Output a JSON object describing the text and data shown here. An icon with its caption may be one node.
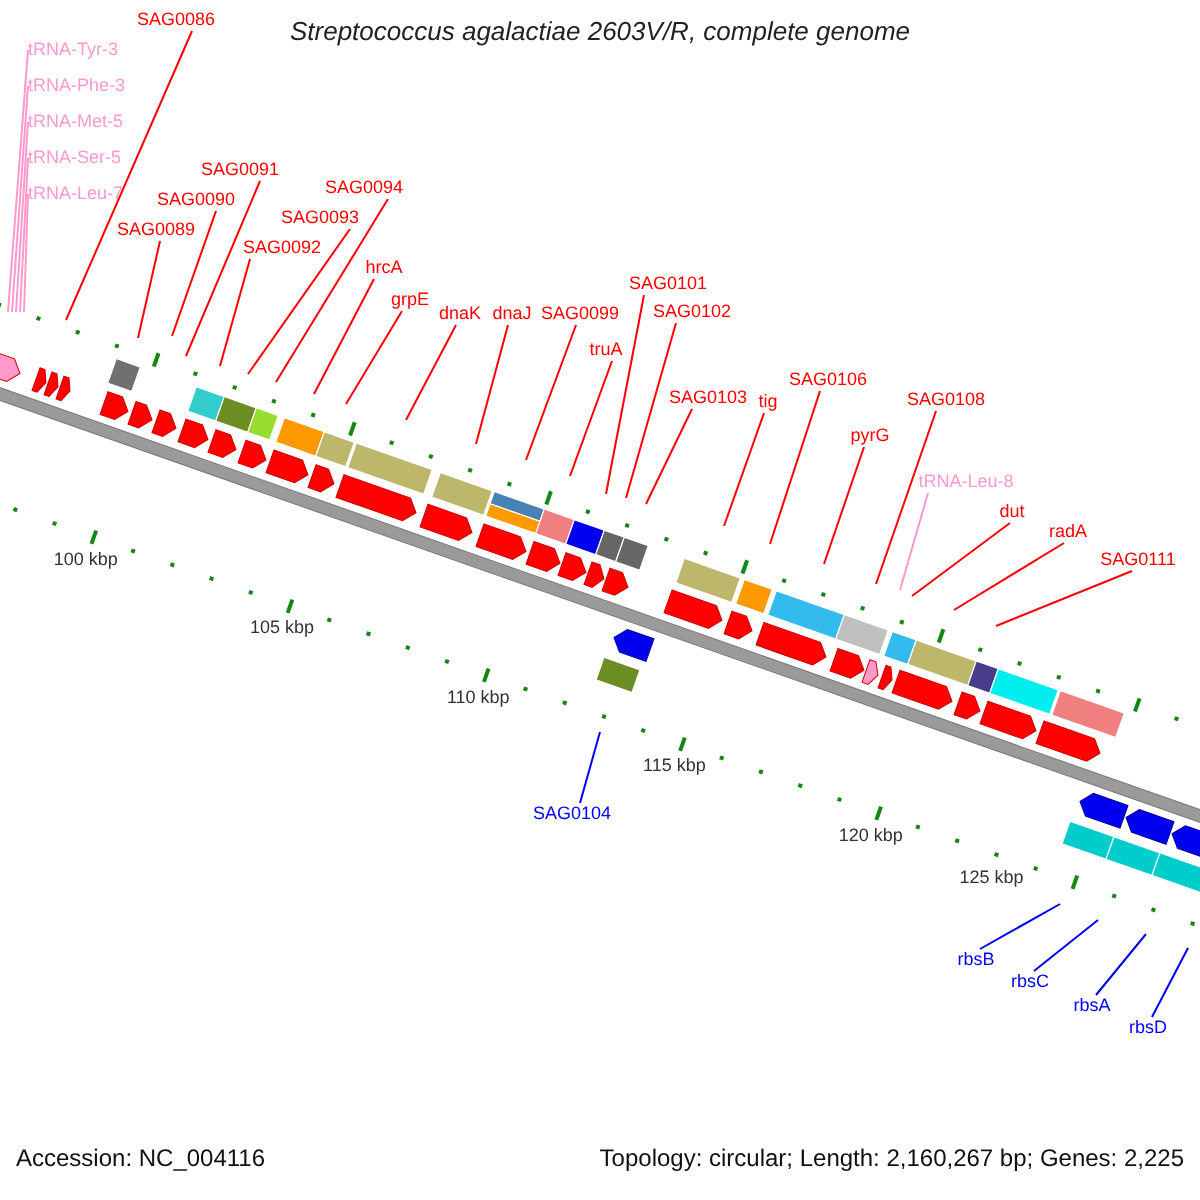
{
  "diagram": {
    "title": "Streptococcus agalactiae 2603V/R, complete genome",
    "nodes": [
      {
        "text": [
          "SAG0086"
        ]
      },
      {
        "text": [
          "tRNA-Tyr-3"
        ]
      },
      {
        "text": [
          "tRNA-Phe-3"
        ]
      },
      {
        "text": [
          "tRNA-Met-5"
        ]
      },
      {
        "text": [
          "tRNA-Ser-5"
        ]
      },
      {
        "text": [
          "tRNA-Leu-7"
        ]
      },
      {
        "text": [
          "SAG0091"
        ]
      },
      {
        "text": [
          "SAG0090"
        ]
      },
      {
        "text": [
          "SAG0089"
        ]
      },
      {
        "text": [
          "SAG0094"
        ]
      },
      {
        "text": [
          "SAG0093"
        ]
      },
      {
        "text": [
          "SAG0092"
        ]
      },
      {
        "text": [
          "hrcA"
        ]
      },
      {
        "text": [
          "grpE"
        ]
      },
      {
        "text": [
          "dnaK"
        ]
      },
      {
        "text": [
          "dnaJ"
        ]
      },
      {
        "text": [
          "SAG0099"
        ]
      },
      {
        "text": [
          "truA"
        ]
      },
      {
        "text": [
          "SAG0101"
        ]
      },
      {
        "text": [
          "SAG0102"
        ]
      },
      {
        "text": [
          "SAG0103"
        ]
      },
      {
        "text": [
          "tig"
        ]
      },
      {
        "text": [
          "SAG0106"
        ]
      },
      {
        "text": [
          "pyrG"
        ]
      },
      {
        "text": [
          "SAG0108"
        ]
      },
      {
        "text": [
          "tRNA-Leu-8"
        ]
      },
      {
        "text": [
          "dut"
        ]
      },
      {
        "text": [
          "radA"
        ]
      },
      {
        "text": [
          "SAG0111"
        ]
      },
      {
        "text": [
          "SAG0104"
        ]
      },
      {
        "text": [
          "rbsB"
        ]
      },
      {
        "text": [
          "rbsC"
        ]
      },
      {
        "text": [
          "rbsA"
        ]
      },
      {
        "text": [
          "rbsD"
        ]
      }
    ],
    "edges": [
      {
        "from": 0,
        "to": null,
        "arrow": "none"
      },
      {
        "from": 1,
        "to": null,
        "arrow": "none",
        "color": "#ff99cc"
      },
      {
        "from": 2,
        "to": null,
        "arrow": "none",
        "color": "#ff99cc"
      },
      {
        "from": 3,
        "to": null,
        "arrow": "none",
        "color": "#ff99cc"
      },
      {
        "from": 4,
        "to": null,
        "arrow": "none",
        "color": "#ff99cc"
      },
      {
        "from": 5,
        "to": null,
        "arrow": "none",
        "color": "#ff99cc"
      },
      {
        "from": 6,
        "to": null,
        "arrow": "none"
      },
      {
        "from": 7,
        "to": null,
        "arrow": "none"
      },
      {
        "from": 8,
        "to": null,
        "arrow": "none"
      },
      {
        "from": 9,
        "to": null,
        "arrow": "none"
      },
      {
        "from": 10,
        "to": null,
        "arrow": "none"
      },
      {
        "from": 11,
        "to": null,
        "arrow": "none"
      },
      {
        "from": 12,
        "to": null,
        "arrow": "none"
      },
      {
        "from": 13,
        "to": null,
        "arrow": "none"
      },
      {
        "from": 14,
        "to": null,
        "arrow": "none"
      },
      {
        "from": 15,
        "to": null,
        "arrow": "none"
      },
      {
        "from": 16,
        "to": null,
        "arrow": "none"
      },
      {
        "from": 17,
        "to": null,
        "arrow": "none"
      },
      {
        "from": 18,
        "to": null,
        "arrow": "none"
      },
      {
        "from": 19,
        "to": null,
        "arrow": "none"
      },
      {
        "from": 20,
        "to": null,
        "arrow": "none"
      },
      {
        "from": 21,
        "to": null,
        "arrow": "none"
      },
      {
        "from": 22,
        "to": null,
        "arrow": "none"
      },
      {
        "from": 23,
        "to": null,
        "arrow": "none"
      },
      {
        "from": 24,
        "to": null,
        "arrow": "none"
      },
      {
        "from": 25,
        "to": null,
        "arrow": "none",
        "color": "#ff99cc"
      },
      {
        "from": 26,
        "to": null,
        "arrow": "none"
      },
      {
        "from": 27,
        "to": null,
        "arrow": "none"
      },
      {
        "from": 28,
        "to": null,
        "arrow": "none"
      },
      {
        "from": 29,
        "to": null,
        "arrow": "none",
        "color": "#0000ff"
      },
      {
        "from": 30,
        "to": null,
        "arrow": "none",
        "color": "#0000ff"
      },
      {
        "from": 31,
        "to": null,
        "arrow": "none",
        "color": "#0000ff"
      },
      {
        "from": 32,
        "to": null,
        "arrow": "none",
        "color": "#0000ff"
      },
      {
        "from": 33,
        "to": null,
        "arrow": "none",
        "color": "#0000ff"
      }
    ],
    "labels": [
      "100 kbp",
      "105 kbp",
      "110 kbp",
      "115 kbp",
      "120 kbp",
      "125 kbp",
      "Accession: NC_004116",
      "Topology: circular; Length: 2,160,267 bp; Genes: 2,225"
    ]
  }
}
